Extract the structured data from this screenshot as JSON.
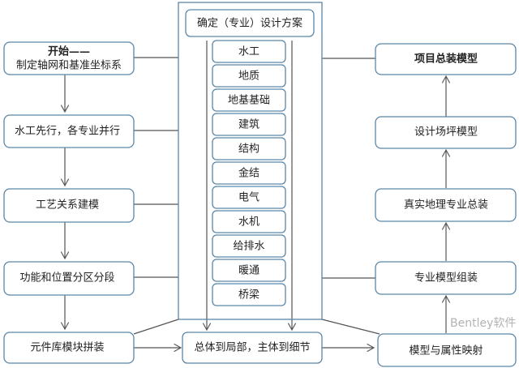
{
  "left": [
    {
      "title": "开始——",
      "label": "制定轴网和基准坐标系"
    },
    {
      "label": "水工先行，各专业并行"
    },
    {
      "label": "工艺关系建模"
    },
    {
      "label": "功能和位置分区分段"
    },
    {
      "label": "元件库模块拼装"
    }
  ],
  "center": {
    "title": "确定（专业）设计方案",
    "disciplines": [
      "水工",
      "地质",
      "地基基础",
      "建筑",
      "结构",
      "金结",
      "电气",
      "水机",
      "给排水",
      "暖通",
      "桥梁"
    ],
    "bottom": "总体到局部，主体到细节"
  },
  "right": [
    {
      "label": "项目总装模型"
    },
    {
      "label": "设计场坪模型"
    },
    {
      "label": "真实地理专业总装"
    },
    {
      "label": "专业模型组装"
    },
    {
      "label": "模型与属性映射"
    }
  ],
  "watermark": "Bentley软件"
}
